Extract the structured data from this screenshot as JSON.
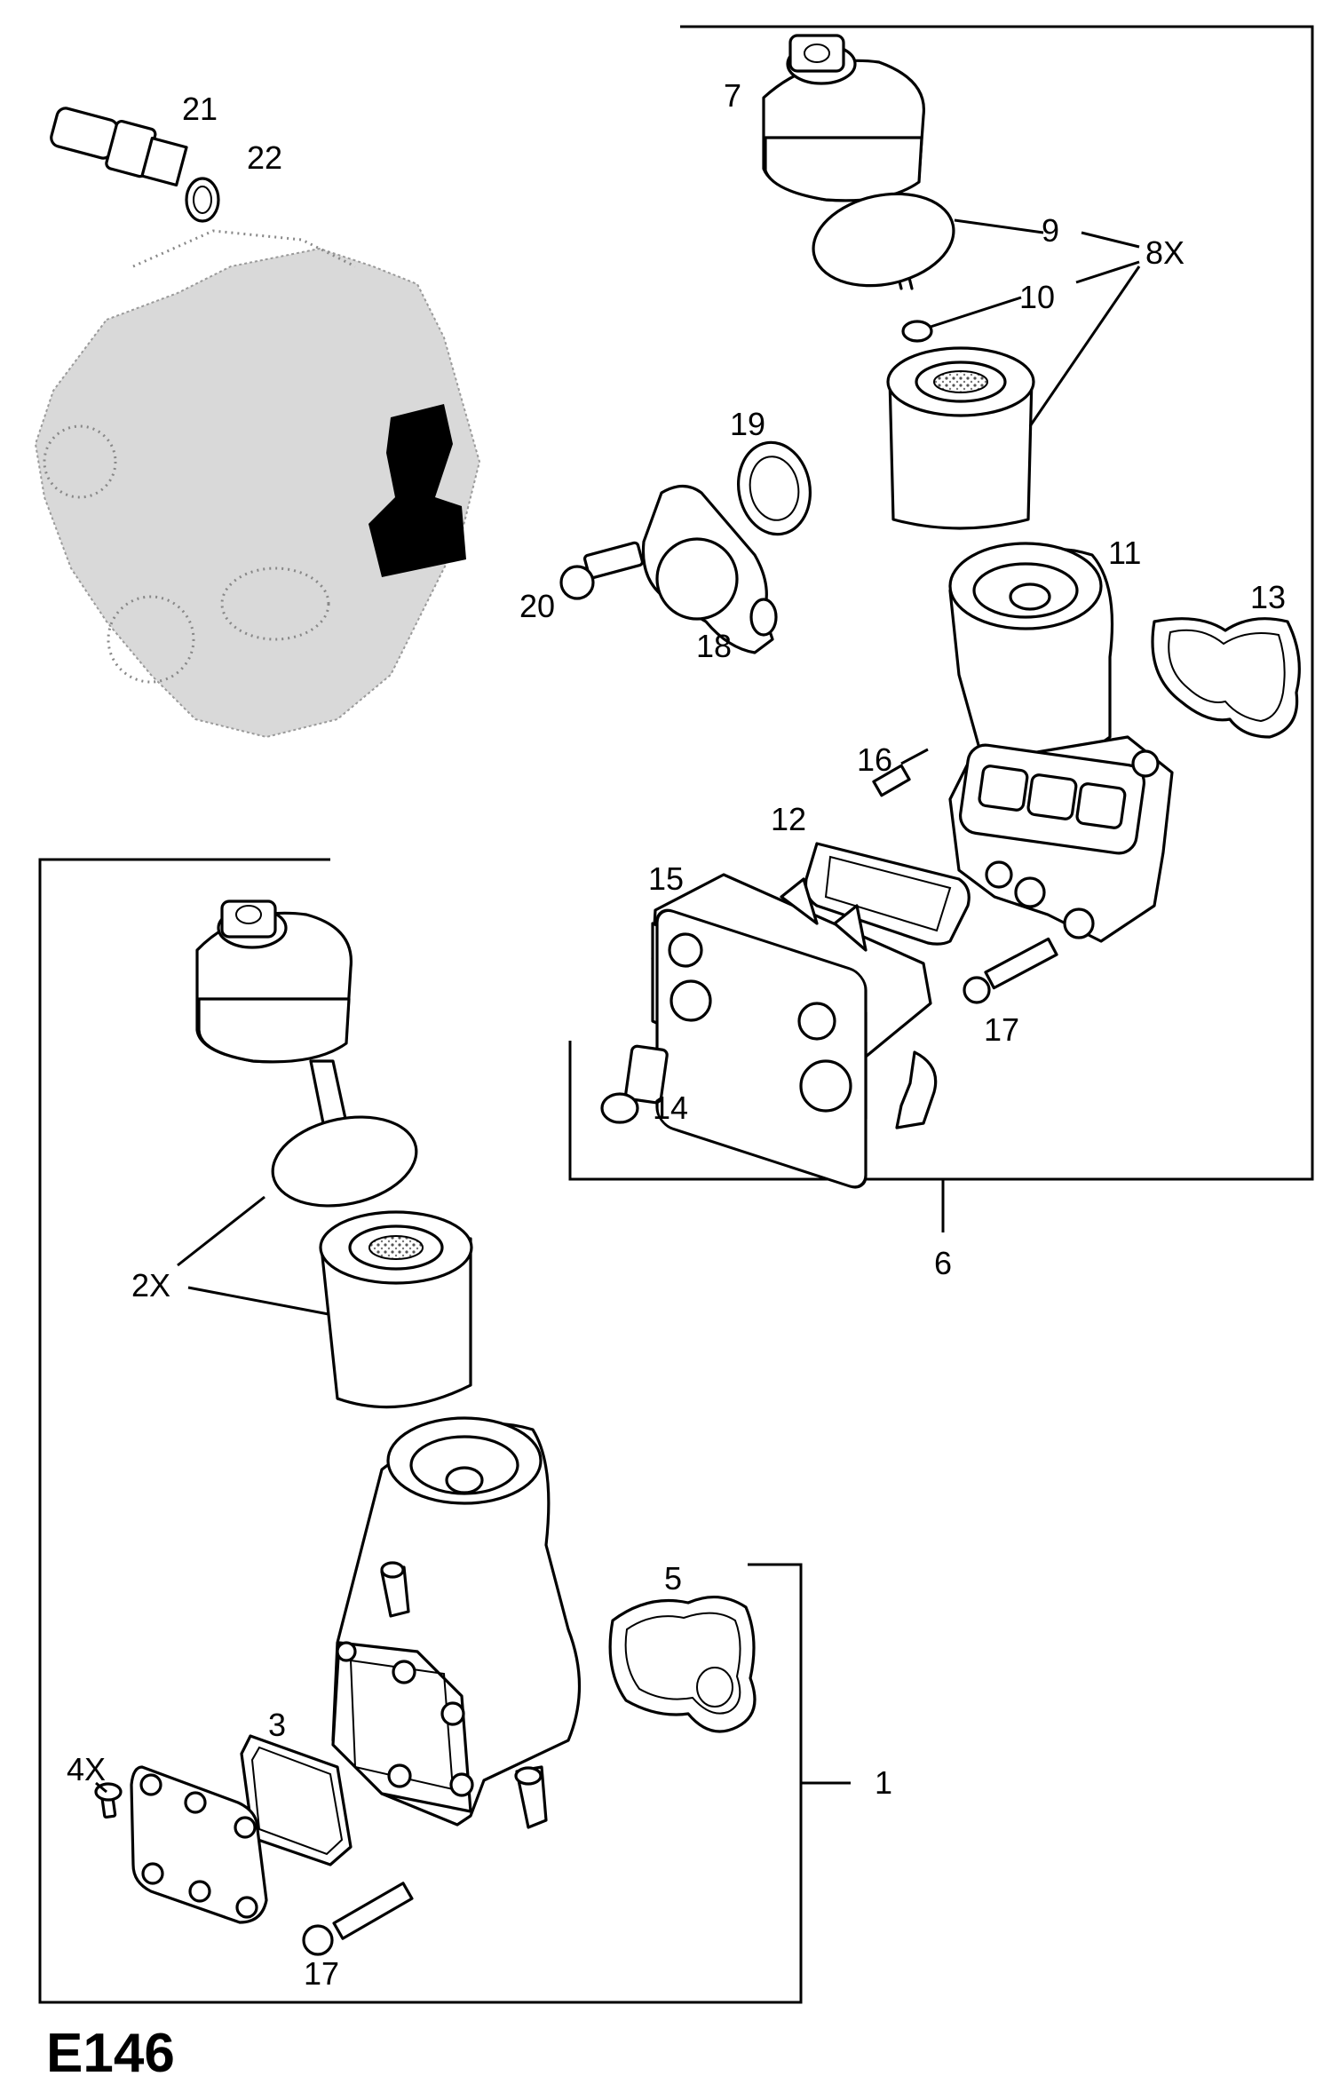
{
  "diagram_code": "E146",
  "callouts": {
    "c1": "1",
    "c2x": "2X",
    "c3": "3",
    "c4x": "4X",
    "c5": "5",
    "c6": "6",
    "c7": "7",
    "c8x": "8X",
    "c9": "9",
    "c10": "10",
    "c11": "11",
    "c12": "12",
    "c13": "13",
    "c14": "14",
    "c15": "15",
    "c16": "16",
    "c17a": "17",
    "c17b": "17",
    "c18": "18",
    "c19": "19",
    "c20": "20",
    "c21": "21",
    "c22": "22"
  }
}
